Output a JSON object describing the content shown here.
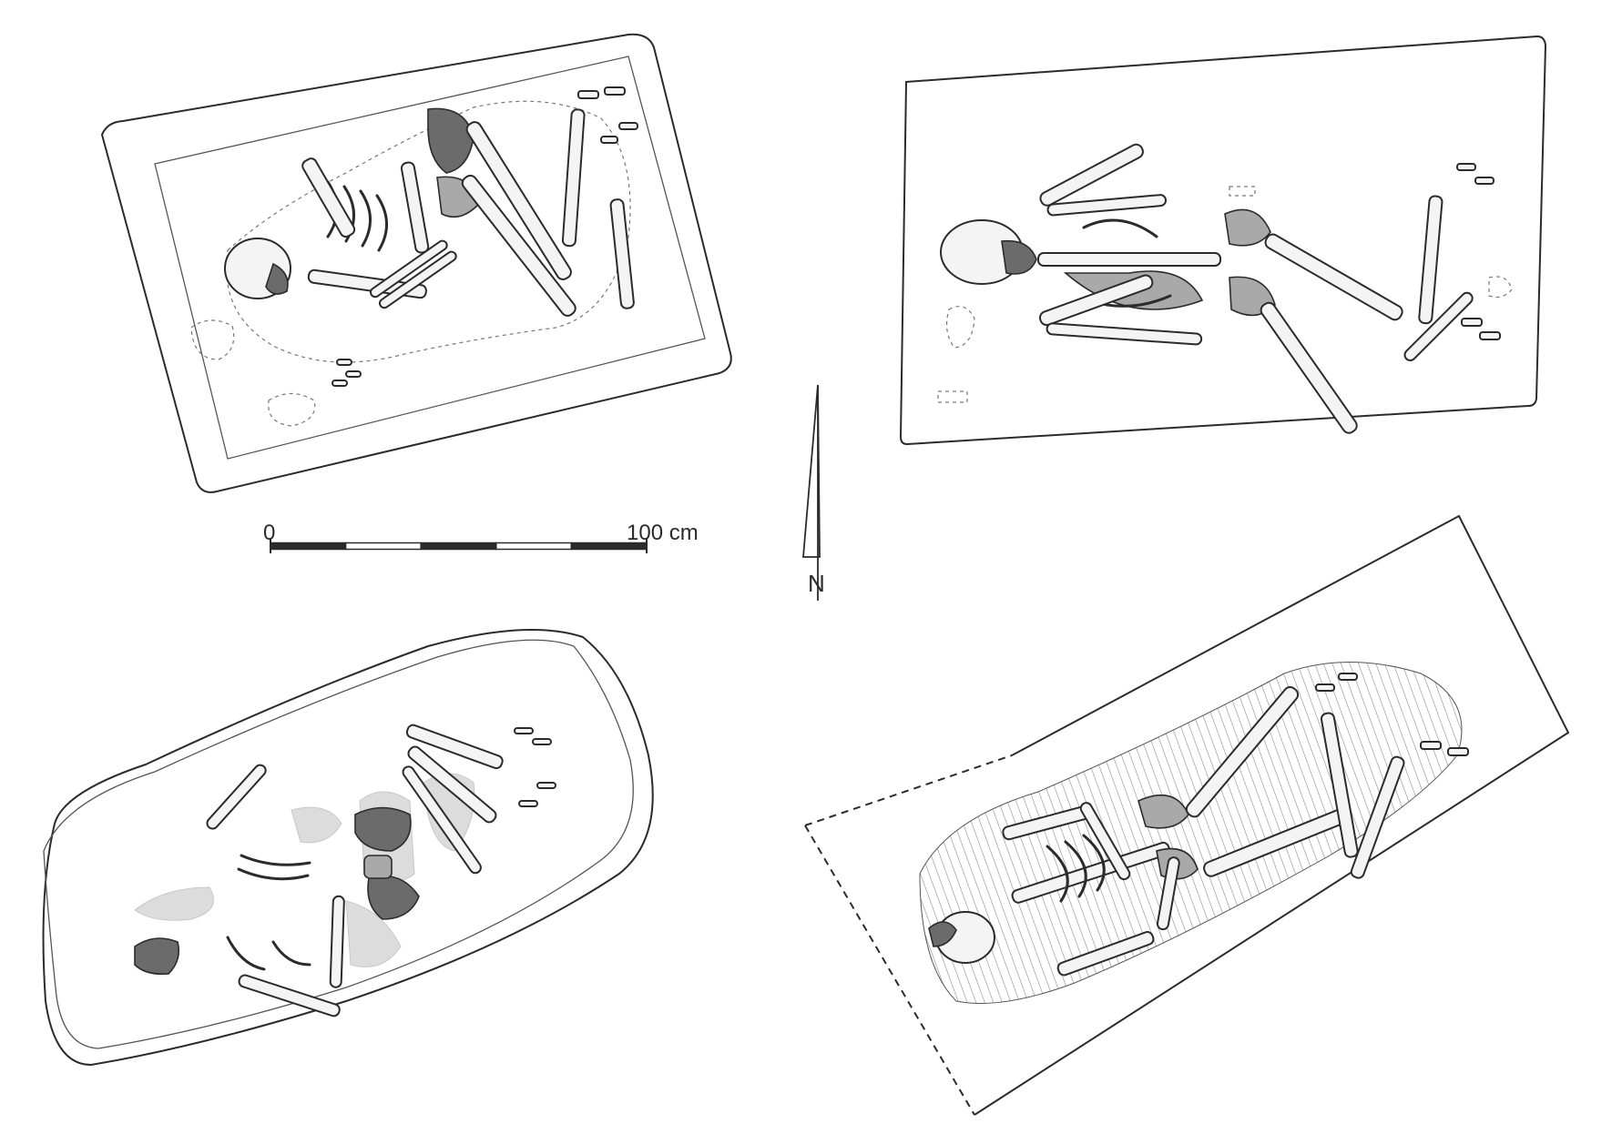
{
  "scale_bar": {
    "start_label": "0",
    "end_label": "100 cm",
    "segments": 5
  },
  "north_arrow": {
    "label": "N"
  },
  "graves": [
    {
      "name": "grave-top-left",
      "outline": "solid-double"
    },
    {
      "name": "grave-top-right",
      "outline": "solid"
    },
    {
      "name": "grave-bottom-left",
      "outline": "solid-double"
    },
    {
      "name": "grave-bottom-right",
      "outline": "partly-dashed",
      "fill": "hatched"
    }
  ],
  "colors": {
    "line": "#2b2b2b",
    "bone_fill": "#f4f4f4",
    "shade": "#6b6b6b",
    "pale_patch": "#dcdcdc"
  }
}
